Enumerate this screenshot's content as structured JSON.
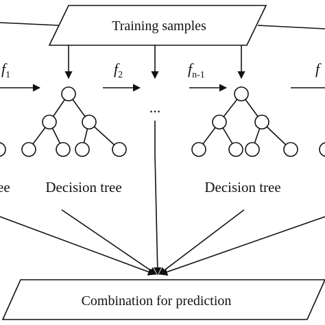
{
  "diagram": {
    "top_box_label": "Training samples",
    "bottom_box_label": "Combination for prediction",
    "trees": [
      {
        "label": "Decision tree"
      },
      {
        "label": "Decision tree"
      }
    ],
    "left_partial_label": "ee",
    "ellipsis": "...",
    "functions": [
      {
        "base": "f",
        "sub": "1"
      },
      {
        "base": "f",
        "sub": "2"
      },
      {
        "base": "f",
        "sub": "n-1"
      },
      {
        "base": "f",
        "sub": ""
      }
    ]
  }
}
